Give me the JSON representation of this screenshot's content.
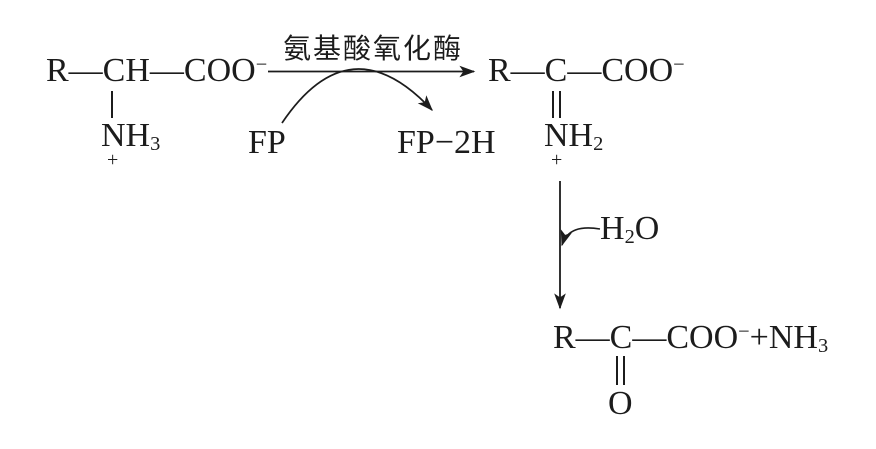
{
  "colors": {
    "background": "#ffffff",
    "ink": "#1c1c1c"
  },
  "enzyme": {
    "label": "氨基酸氧化酶"
  },
  "cofactors": {
    "reduced": "FP",
    "oxidized": "FP−2H"
  },
  "reagents": {
    "water": {
      "h": "H",
      "two": "2",
      "o": "O"
    }
  },
  "structures": {
    "reactant": {
      "backbone": "R—CH—COO",
      "charge": "−",
      "amino": "NH",
      "amino_sub": "3",
      "amino_charge": "+"
    },
    "imino_intermediate": {
      "backbone": "R—C—COO",
      "charge": "−",
      "imino": "NH",
      "imino_sub": "2",
      "imino_charge": "+"
    },
    "keto_product": {
      "backbone": "R—C—COO",
      "charge": "−",
      "ammonia": "+NH",
      "ammonia_sub": "3",
      "carbonyl_o": "O"
    }
  }
}
